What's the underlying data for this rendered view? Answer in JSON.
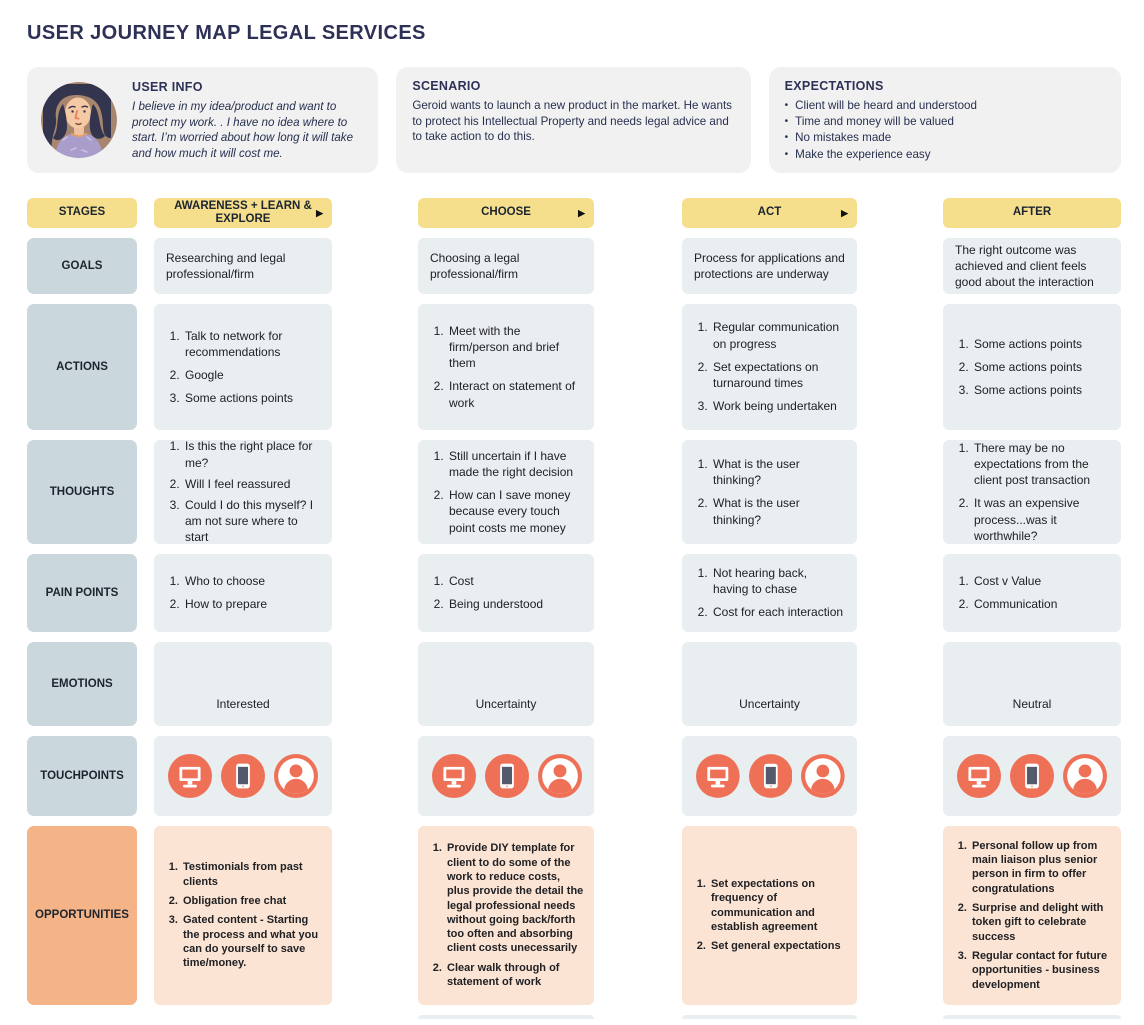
{
  "title": "USER JOURNEY MAP LEGAL SERVICES",
  "cards": {
    "user_info": {
      "heading": "USER INFO",
      "body": "I believe in my idea/product and want to protect my work. . I have no idea where to start. I’m worried about how long it will take and how much it will cost me."
    },
    "scenario": {
      "heading": "SCENARIO",
      "body": "Geroid wants to launch a new product in the market. He wants to protect his Intellectual Property and needs legal advice and to take action to do this."
    },
    "expectations": {
      "heading": "EXPECTATIONS",
      "items": [
        "Client will be heard and understood",
        "Time and money will be valued",
        "No mistakes made",
        "Make the experience easy"
      ]
    }
  },
  "grid": {
    "row_labels": {
      "stages": "STAGES",
      "goals": "GOALS",
      "actions": "ACTIONS",
      "thoughts": "THOUGHTS",
      "pain_points": "PAIN POINTS",
      "emotions": "EMOTIONS",
      "touchpoints": "TOUCHPOINTS",
      "opportunities": "OPPORTUNITIES"
    },
    "stages": [
      {
        "name": "AWARENESS + LEARN & EXPLORE",
        "goal": "Researching and  legal professional/firm",
        "actions": [
          "Talk to network for recommendations",
          "Google",
          "Some actions points"
        ],
        "thoughts": [
          "Is this the right place for me?",
          "Will I feel reassured",
          "Could I do this myself? I am not sure where to start"
        ],
        "pain_points": [
          "Who to choose",
          "How to prepare"
        ],
        "emotion": "Interested",
        "opportunities": [
          "Testimonials from past clients",
          "Obligation free chat",
          "Gated content - Starting the process and what you can do yourself to save time/money."
        ]
      },
      {
        "name": "CHOOSE",
        "goal": "Choosing a legal professional/firm",
        "actions": [
          "Meet with the firm/person and brief them",
          "Interact on statement of work"
        ],
        "thoughts": [
          "Still uncertain if I have made the right decision",
          "How can I save money because every touch point costs me money"
        ],
        "pain_points": [
          "Cost",
          "Being understood"
        ],
        "emotion": "Uncertainty",
        "opportunities": [
          "Provide DIY template for client to do some of the work to reduce costs, plus provide the detail the legal professional needs without going back/forth too often and absorbing client costs unecessarily",
          "Clear walk through of statement of work"
        ]
      },
      {
        "name": "ACT",
        "goal": "Process for applications and protections are underway",
        "actions": [
          "Regular communication on progress",
          "Set expectations on turnaround times",
          "Work being undertaken"
        ],
        "thoughts": [
          "What is the user thinking?",
          "What is the user thinking?"
        ],
        "pain_points": [
          "Not hearing back, having to chase",
          "Cost for each interaction"
        ],
        "emotion": "Uncertainty",
        "opportunities": [
          "Set expectations on frequency of communication and establish agreement",
          "Set general expectations"
        ]
      },
      {
        "name": "AFTER",
        "goal": "The right outcome was achieved and client feels good about the interaction",
        "actions": [
          "Some actions points",
          "Some actions points",
          "Some actions points"
        ],
        "thoughts": [
          "There may be no expectations from the client post transaction",
          "It was an expensive process...was it worthwhile?"
        ],
        "pain_points": [
          "Cost v Value",
          "Communication"
        ],
        "emotion": "Neutral",
        "opportunities": [
          "Personal follow up from main liaison plus senior person in firm to offer congratulations",
          "Surprise and delight with token gift to celebrate success",
          "Regular contact for future opportunities - business development"
        ]
      }
    ],
    "touchpoint_icons": [
      "monitor",
      "smartphone",
      "person"
    ]
  },
  "colors": {
    "title_navy": "#2D3156",
    "card_gray": "#F1F1F2",
    "stage_yellow": "#F6DF8C",
    "label_blue": "#CAD8DD",
    "cell_blue": "#E9EEF1",
    "opportunity_label": "#F5B487",
    "opportunity_cell": "#FCE4D4",
    "icon_orange": "#EE7157"
  }
}
